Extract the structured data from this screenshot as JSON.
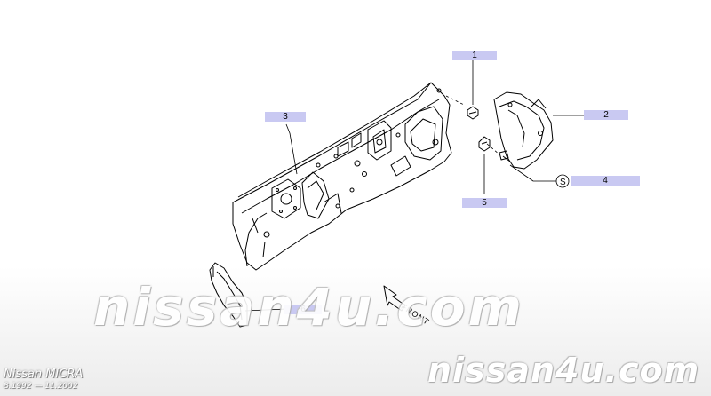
{
  "diagram": {
    "callouts": [
      {
        "id": "c1",
        "label": "1"
      },
      {
        "id": "c2",
        "label": "2"
      },
      {
        "id": "c3",
        "label": "3"
      },
      {
        "id": "c4",
        "label": "4"
      },
      {
        "id": "c5",
        "label": "5"
      },
      {
        "id": "c6",
        "label": "6"
      }
    ],
    "front_label": "FRONT",
    "symbol_label": "S",
    "colors": {
      "callout_bg": "#c9c9f2",
      "line": "#000000"
    }
  },
  "watermark": {
    "center": "nissan4u.com",
    "corner": "nissan4u.com"
  },
  "footer": {
    "model": "Nissan MICRA",
    "years": "8.1992 — 11.2002"
  }
}
